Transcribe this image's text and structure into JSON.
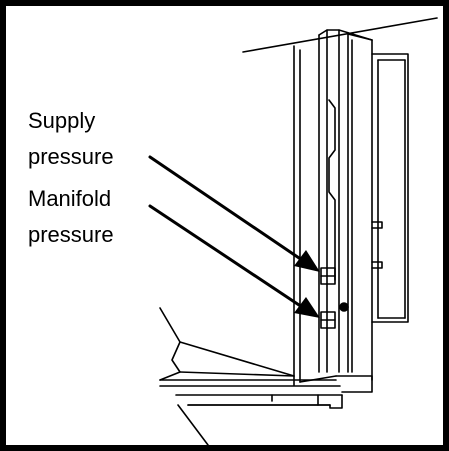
{
  "labels": {
    "supply_line1": "Supply",
    "supply_line2": "pressure",
    "manifold_line1": "Manifold",
    "manifold_line2": "pressure"
  },
  "colors": {
    "line": "#000000",
    "background": "#ffffff"
  }
}
